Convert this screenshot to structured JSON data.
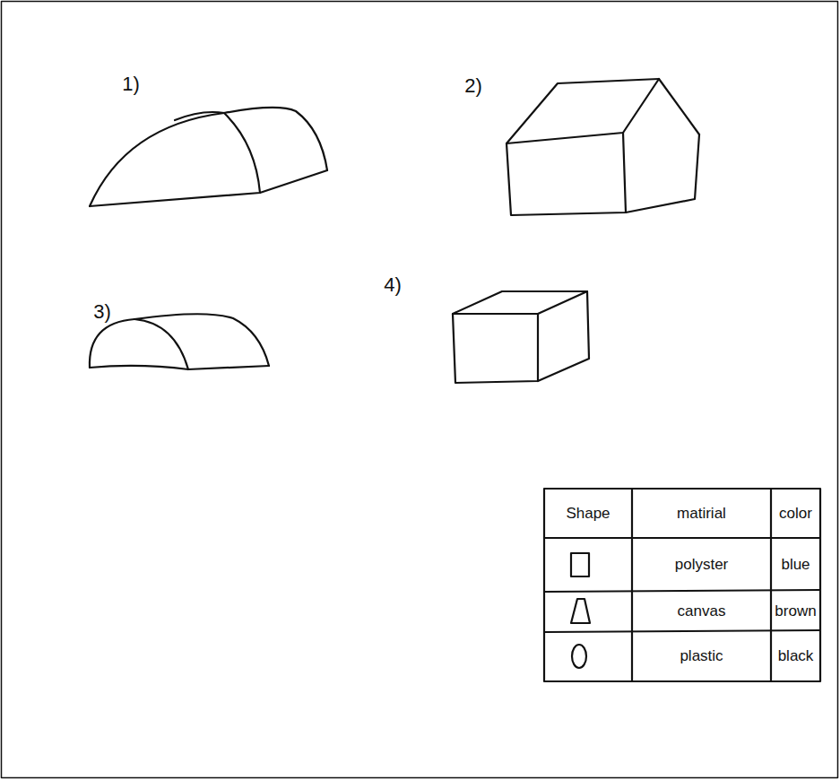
{
  "diagram": {
    "labels": [
      "1)",
      "2)",
      "3)",
      "4)",
      "Shape",
      "matirial",
      "color",
      "polyster",
      "blue",
      "canvas",
      "brown",
      "plastic",
      "black"
    ]
  }
}
